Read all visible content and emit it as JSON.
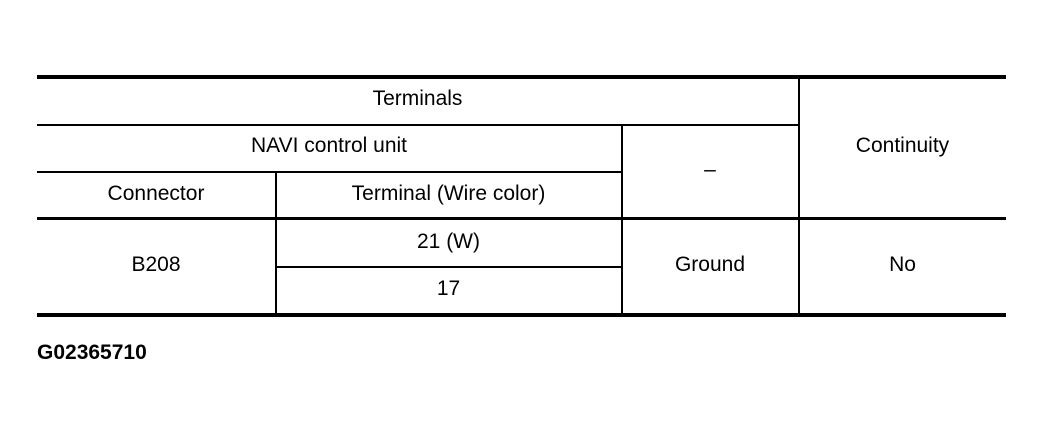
{
  "table": {
    "header": {
      "terminals": "Terminals",
      "navi_control_unit": "NAVI control unit",
      "connector": "Connector",
      "terminal_wire_color": "Terminal (Wire color)",
      "minus": "–",
      "continuity": "Continuity"
    },
    "rows": [
      {
        "connector": "B208",
        "terminals": [
          "21 (W)",
          "17"
        ],
        "minus": "Ground",
        "continuity": "No"
      }
    ]
  },
  "figure_code": "G02365710"
}
